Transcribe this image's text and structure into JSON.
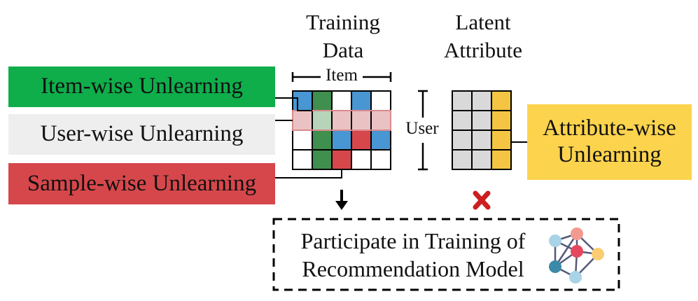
{
  "headers": {
    "training_data_line1": "Training",
    "training_data_line2": "Data",
    "latent_attribute_line1": "Latent",
    "latent_attribute_line2": "Attribute",
    "item_axis": "Item",
    "user_axis": "User"
  },
  "boxes": {
    "item_wise": {
      "label": "Item-wise Unlearning",
      "color": "#0fae4b"
    },
    "user_wise": {
      "label": "User-wise Unlearning",
      "color": "#eeeeee"
    },
    "sample_wise": {
      "label": "Sample-wise Unlearning",
      "color": "#d6474b"
    },
    "attribute_wise_line1": "Attribute-wise",
    "attribute_wise_line2": "Unlearning",
    "attribute_wise_color": "#fcd34d"
  },
  "bottom_box": {
    "line1": "Participate in Training of",
    "line2": "Recommendation Model"
  },
  "colors": {
    "blue_cell": "#4896d2",
    "red_cell": "#d6474b",
    "green_column": "#3f8f4e",
    "pink_row": "#e8b7b8",
    "gray_cell": "#d9d9d9",
    "yellow_column": "#f4c542",
    "cross": "#cc1f1f"
  },
  "icons": {
    "arrow": "down-arrow-icon",
    "cross": "cross-icon",
    "network": "neural-network-icon"
  }
}
